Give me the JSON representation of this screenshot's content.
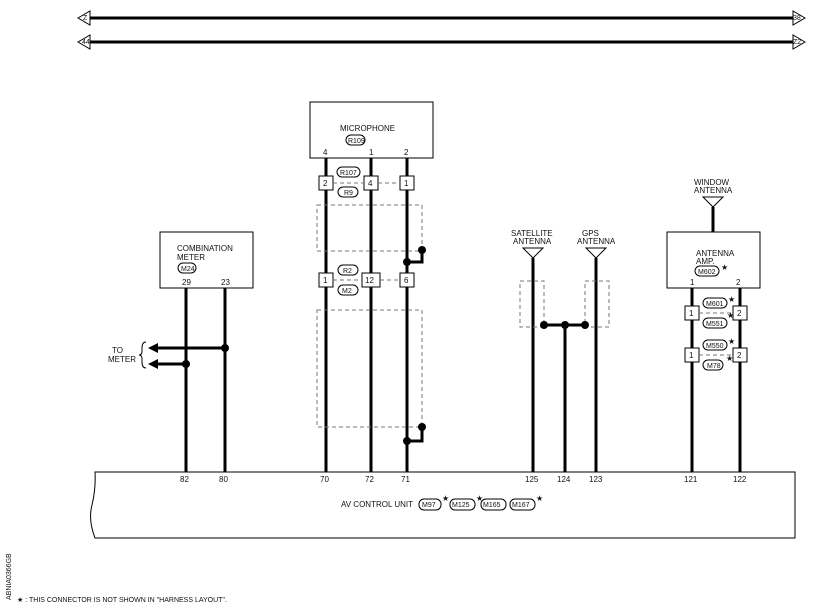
{
  "connectors_top": {
    "top_left": "Z",
    "top_right": "38",
    "bottom_left": "44",
    "bottom_right": "Z2"
  },
  "microphone": {
    "title": "MICROPHONE",
    "connector": "R109",
    "pins": [
      "4",
      "1",
      "2"
    ]
  },
  "joint1": {
    "left_pins": [
      "2",
      "4"
    ],
    "right_pin": "1",
    "conn_a": "R107",
    "conn_b": "R9"
  },
  "joint2": {
    "left_pins": [
      "1",
      "12"
    ],
    "right_pin": "6",
    "conn_a": "R2",
    "conn_b": "M2"
  },
  "combination_meter": {
    "line1": "COMBINATION",
    "line2": "METER",
    "connector": "M24",
    "pins": [
      "29",
      "23"
    ]
  },
  "to_meter": {
    "line1": "TO",
    "line2": "METER"
  },
  "satellite_antenna": {
    "line1": "SATELLITE",
    "line2": "ANTENNA"
  },
  "gps_antenna": {
    "line1": "GPS",
    "line2": "ANTENNA"
  },
  "window_antenna": {
    "line1": "WINDOW",
    "line2": "ANTENNA"
  },
  "antenna_amp": {
    "line1": "ANTENNA",
    "line2": "AMP.",
    "connector": "M602",
    "pins": [
      "1",
      "2"
    ]
  },
  "joint3": {
    "left_pin": "1",
    "right_pin": "2",
    "conn_a": "M601",
    "conn_b": "M551"
  },
  "joint4": {
    "left_pin": "1",
    "right_pin": "2",
    "conn_a": "M550",
    "conn_b": "M78"
  },
  "av_unit": {
    "label": "AV CONTROL UNIT",
    "connectors": [
      "M97",
      "M125",
      "M165",
      "M167"
    ],
    "pins": [
      "82",
      "80",
      "70",
      "72",
      "71",
      "125",
      "124",
      "123",
      "121",
      "122"
    ]
  },
  "star": "★",
  "footnote": "★ : THIS CONNECTOR IS NOT SHOWN IN \"HARNESS LAYOUT\".",
  "side_code": "ABNIA0366GB"
}
